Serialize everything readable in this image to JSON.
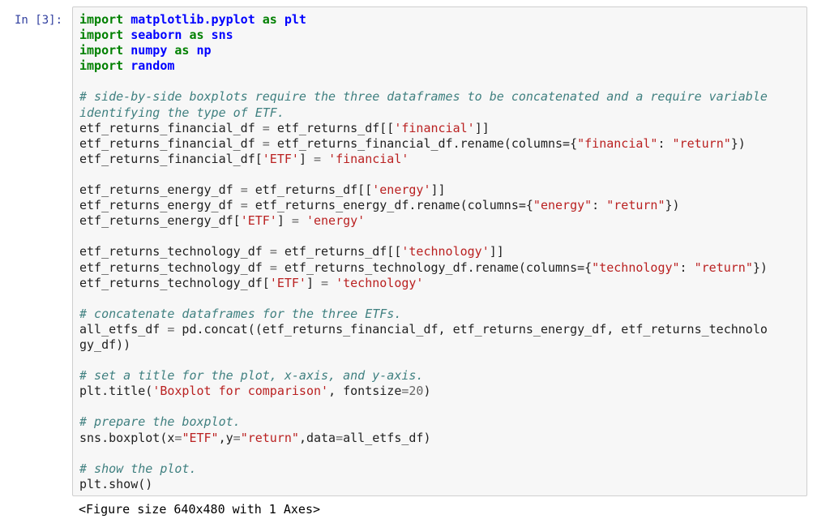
{
  "cell": {
    "prompt": "In [3]:",
    "lines": [
      {
        "segs": [
          {
            "t": "kw",
            "v": "import"
          },
          {
            "t": "",
            "v": " "
          },
          {
            "t": "mod",
            "v": "matplotlib.pyplot"
          },
          {
            "t": "",
            "v": " "
          },
          {
            "t": "kw",
            "v": "as"
          },
          {
            "t": "",
            "v": " "
          },
          {
            "t": "mod",
            "v": "plt"
          }
        ]
      },
      {
        "segs": [
          {
            "t": "kw",
            "v": "import"
          },
          {
            "t": "",
            "v": " "
          },
          {
            "t": "mod",
            "v": "seaborn"
          },
          {
            "t": "",
            "v": " "
          },
          {
            "t": "kw",
            "v": "as"
          },
          {
            "t": "",
            "v": " "
          },
          {
            "t": "mod",
            "v": "sns"
          }
        ]
      },
      {
        "segs": [
          {
            "t": "kw",
            "v": "import"
          },
          {
            "t": "",
            "v": " "
          },
          {
            "t": "mod",
            "v": "numpy"
          },
          {
            "t": "",
            "v": " "
          },
          {
            "t": "kw",
            "v": "as"
          },
          {
            "t": "",
            "v": " "
          },
          {
            "t": "mod",
            "v": "np"
          }
        ]
      },
      {
        "segs": [
          {
            "t": "kw",
            "v": "import"
          },
          {
            "t": "",
            "v": " "
          },
          {
            "t": "mod",
            "v": "random"
          }
        ]
      },
      {
        "segs": []
      },
      {
        "segs": [
          {
            "t": "cm",
            "v": "# side-by-side boxplots require the three dataframes to be concatenated and a require variable"
          }
        ]
      },
      {
        "segs": [
          {
            "t": "cm",
            "v": "identifying the type of ETF."
          }
        ]
      },
      {
        "segs": [
          {
            "t": "",
            "v": "etf_returns_financial_df "
          },
          {
            "t": "op",
            "v": "="
          },
          {
            "t": "",
            "v": " etf_returns_df[["
          },
          {
            "t": "st",
            "v": "'financial'"
          },
          {
            "t": "",
            "v": "]]"
          }
        ]
      },
      {
        "segs": [
          {
            "t": "",
            "v": "etf_returns_financial_df "
          },
          {
            "t": "op",
            "v": "="
          },
          {
            "t": "",
            "v": " etf_returns_financial_df.rename(columns={"
          },
          {
            "t": "st",
            "v": "\"financial\""
          },
          {
            "t": "",
            "v": ": "
          },
          {
            "t": "st",
            "v": "\"return\""
          },
          {
            "t": "",
            "v": "})"
          }
        ]
      },
      {
        "segs": [
          {
            "t": "",
            "v": "etf_returns_financial_df["
          },
          {
            "t": "st",
            "v": "'ETF'"
          },
          {
            "t": "",
            "v": "] "
          },
          {
            "t": "op",
            "v": "="
          },
          {
            "t": "",
            "v": " "
          },
          {
            "t": "st",
            "v": "'financial'"
          }
        ]
      },
      {
        "segs": []
      },
      {
        "segs": [
          {
            "t": "",
            "v": "etf_returns_energy_df "
          },
          {
            "t": "op",
            "v": "="
          },
          {
            "t": "",
            "v": " etf_returns_df[["
          },
          {
            "t": "st",
            "v": "'energy'"
          },
          {
            "t": "",
            "v": "]]"
          }
        ]
      },
      {
        "segs": [
          {
            "t": "",
            "v": "etf_returns_energy_df "
          },
          {
            "t": "op",
            "v": "="
          },
          {
            "t": "",
            "v": " etf_returns_energy_df.rename(columns={"
          },
          {
            "t": "st",
            "v": "\"energy\""
          },
          {
            "t": "",
            "v": ": "
          },
          {
            "t": "st",
            "v": "\"return\""
          },
          {
            "t": "",
            "v": "})"
          }
        ]
      },
      {
        "segs": [
          {
            "t": "",
            "v": "etf_returns_energy_df["
          },
          {
            "t": "st",
            "v": "'ETF'"
          },
          {
            "t": "",
            "v": "] "
          },
          {
            "t": "op",
            "v": "="
          },
          {
            "t": "",
            "v": " "
          },
          {
            "t": "st",
            "v": "'energy'"
          }
        ]
      },
      {
        "segs": []
      },
      {
        "segs": [
          {
            "t": "",
            "v": "etf_returns_technology_df "
          },
          {
            "t": "op",
            "v": "="
          },
          {
            "t": "",
            "v": " etf_returns_df[["
          },
          {
            "t": "st",
            "v": "'technology'"
          },
          {
            "t": "",
            "v": "]]"
          }
        ]
      },
      {
        "segs": [
          {
            "t": "",
            "v": "etf_returns_technology_df "
          },
          {
            "t": "op",
            "v": "="
          },
          {
            "t": "",
            "v": " etf_returns_technology_df.rename(columns={"
          },
          {
            "t": "st",
            "v": "\"technology\""
          },
          {
            "t": "",
            "v": ": "
          },
          {
            "t": "st",
            "v": "\"return\""
          },
          {
            "t": "",
            "v": "})"
          }
        ]
      },
      {
        "segs": [
          {
            "t": "",
            "v": "etf_returns_technology_df["
          },
          {
            "t": "st",
            "v": "'ETF'"
          },
          {
            "t": "",
            "v": "] "
          },
          {
            "t": "op",
            "v": "="
          },
          {
            "t": "",
            "v": " "
          },
          {
            "t": "st",
            "v": "'technology'"
          }
        ]
      },
      {
        "segs": []
      },
      {
        "segs": [
          {
            "t": "cm",
            "v": "# concatenate dataframes for the three ETFs."
          }
        ]
      },
      {
        "segs": [
          {
            "t": "",
            "v": "all_etfs_df "
          },
          {
            "t": "op",
            "v": "="
          },
          {
            "t": "",
            "v": " pd.concat((etf_returns_financial_df, etf_returns_energy_df, etf_returns_technolo"
          }
        ]
      },
      {
        "segs": [
          {
            "t": "",
            "v": "gy_df))"
          }
        ]
      },
      {
        "segs": []
      },
      {
        "segs": [
          {
            "t": "cm",
            "v": "# set a title for the plot, x-axis, and y-axis."
          }
        ]
      },
      {
        "segs": [
          {
            "t": "",
            "v": "plt.title("
          },
          {
            "t": "st",
            "v": "'Boxplot for comparison'"
          },
          {
            "t": "",
            "v": ", fontsize"
          },
          {
            "t": "op",
            "v": "="
          },
          {
            "t": "nu",
            "v": "20"
          },
          {
            "t": "",
            "v": ")"
          }
        ]
      },
      {
        "segs": []
      },
      {
        "segs": [
          {
            "t": "cm",
            "v": "# prepare the boxplot."
          }
        ]
      },
      {
        "segs": [
          {
            "t": "",
            "v": "sns.boxplot(x"
          },
          {
            "t": "op",
            "v": "="
          },
          {
            "t": "st",
            "v": "\"ETF\""
          },
          {
            "t": "",
            "v": ",y"
          },
          {
            "t": "op",
            "v": "="
          },
          {
            "t": "st",
            "v": "\"return\""
          },
          {
            "t": "",
            "v": ",data"
          },
          {
            "t": "op",
            "v": "="
          },
          {
            "t": "",
            "v": "all_etfs_df)"
          }
        ]
      },
      {
        "segs": []
      },
      {
        "segs": [
          {
            "t": "cm",
            "v": "# show the plot."
          }
        ]
      },
      {
        "segs": [
          {
            "t": "",
            "v": "plt.show()"
          }
        ]
      }
    ]
  },
  "output": {
    "text": "<Figure size 640x480 with 1 Axes>"
  }
}
